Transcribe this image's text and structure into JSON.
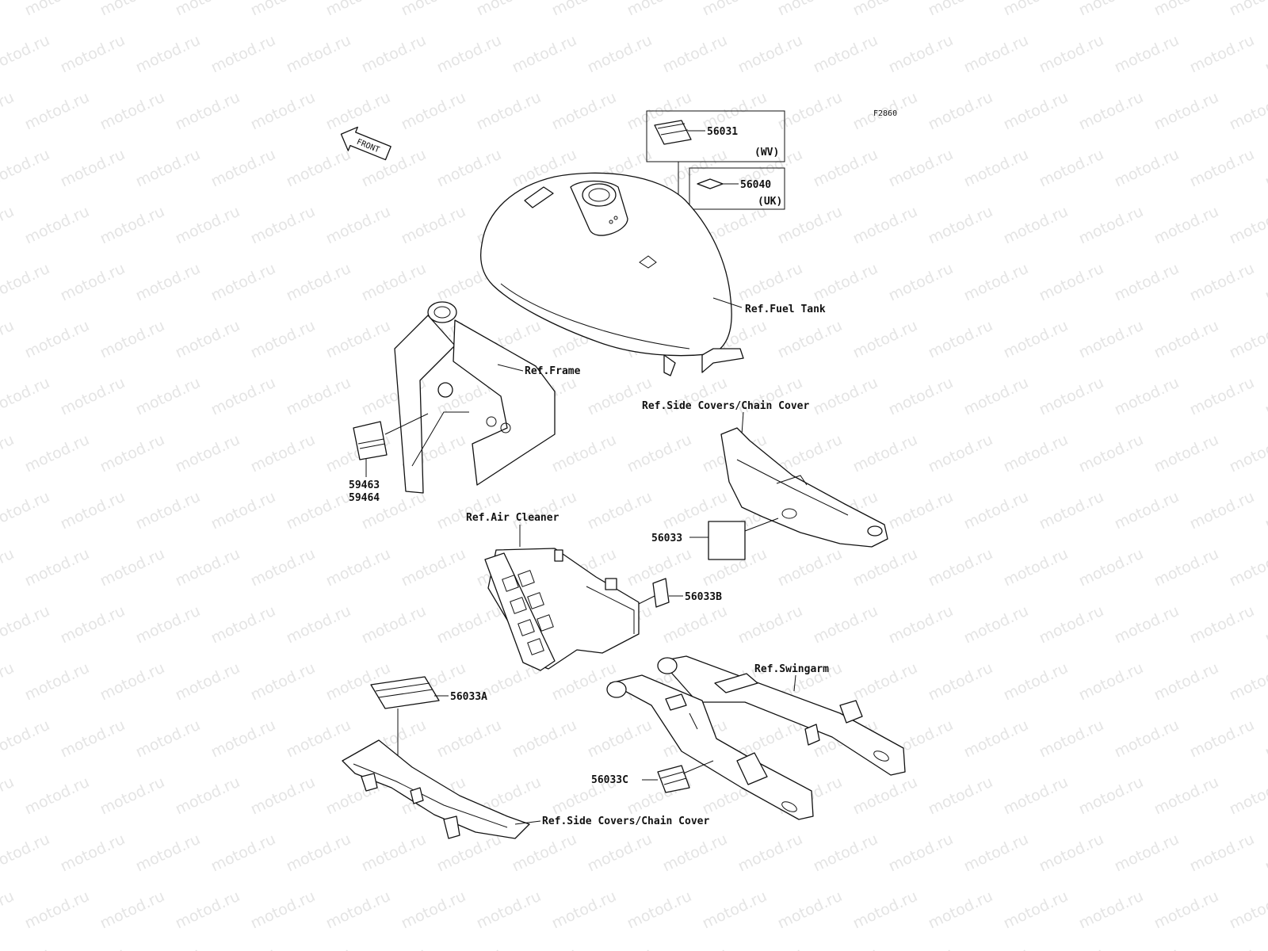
{
  "figure_code": "F2860",
  "front_label": "FRONT",
  "watermark": "motod.ru",
  "labels": {
    "p56031": "56031",
    "wv": "(WV)",
    "p56040": "56040",
    "uk": "(UK)",
    "fuel_tank": "Ref.Fuel Tank",
    "frame": "Ref.Frame",
    "p59463": "59463",
    "p59464": "59464",
    "side_covers_top": "Ref.Side Covers/Chain Cover",
    "air_cleaner": "Ref.Air Cleaner",
    "p56033": "56033",
    "p56033b": "56033B",
    "swingarm": "Ref.Swingarm",
    "p56033a": "56033A",
    "p56033c": "56033C",
    "side_covers_bottom": "Ref.Side Covers/Chain Cover"
  }
}
